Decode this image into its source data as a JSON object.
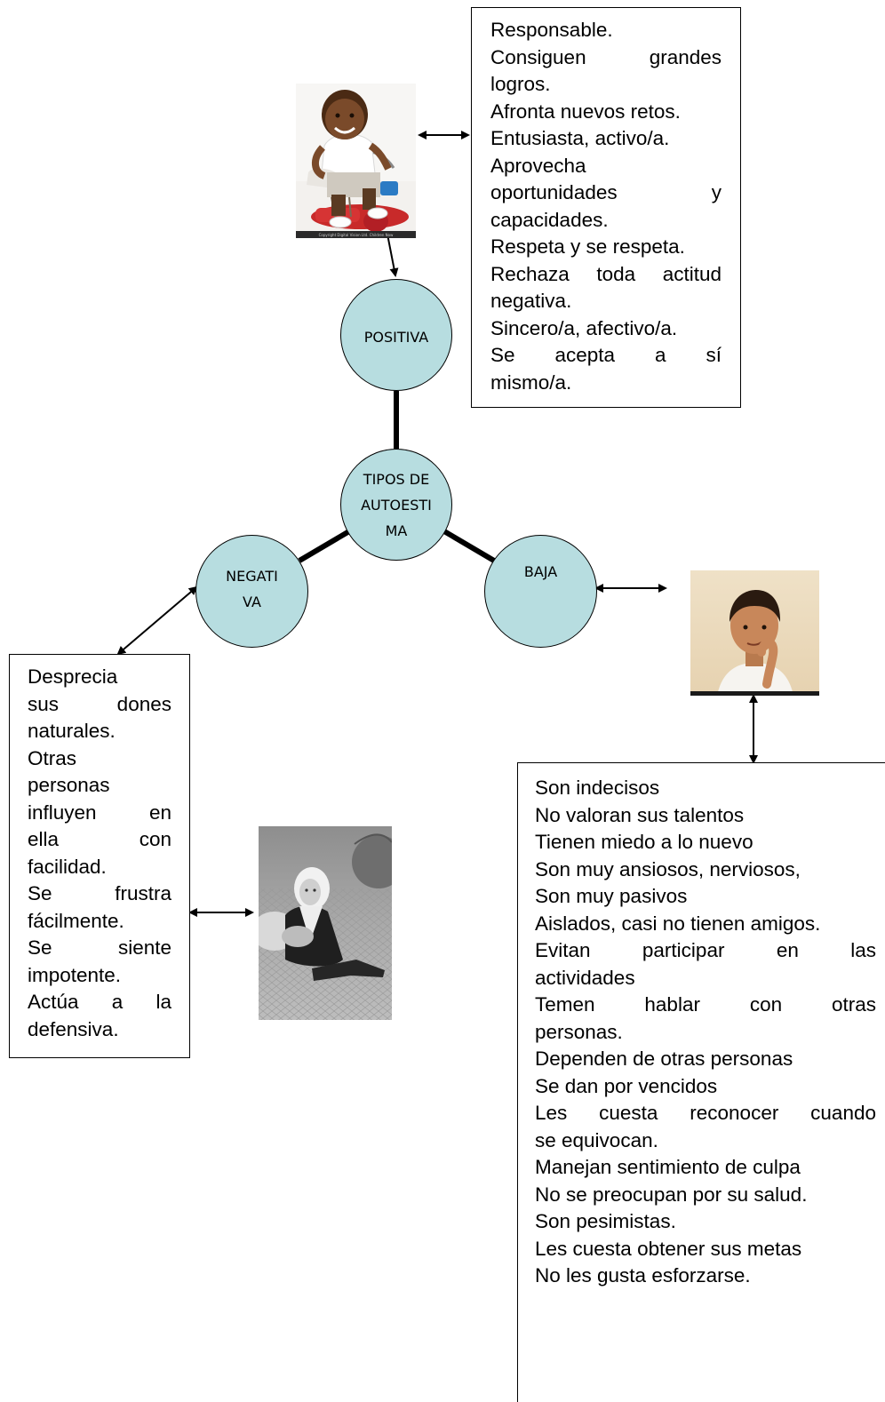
{
  "center_node": {
    "label": "TIPOS DE\nAUTOESTI\nMA"
  },
  "nodes": {
    "positiva": {
      "label": "POSITIVA"
    },
    "negativa": {
      "label": "NEGATI\nVA"
    },
    "baja": {
      "label": "BAJA"
    }
  },
  "boxes": {
    "positiva": {
      "lines": [
        {
          "t": "Responsable.",
          "j": false
        },
        {
          "t": "Consiguen grandes",
          "j": true
        },
        {
          "t": "logros.",
          "j": false
        },
        {
          "t": "Afronta nuevos retos.",
          "j": false
        },
        {
          "t": "Entusiasta, activo/a.",
          "j": false
        },
        {
          "t": "Aprovecha",
          "j": false
        },
        {
          "t": "oportunidades y",
          "j": true
        },
        {
          "t": "capacidades.",
          "j": false
        },
        {
          "t": "Respeta y se respeta.",
          "j": false
        },
        {
          "t": "Rechaza toda actitud",
          "j": true
        },
        {
          "t": "negativa.",
          "j": false
        },
        {
          "t": "Sincero/a, afectivo/a.",
          "j": false
        },
        {
          "t": "Se acepta a sí",
          "j": true
        },
        {
          "t": "mismo/a.",
          "j": false
        }
      ]
    },
    "negativa": {
      "lines": [
        {
          "t": "Desprecia",
          "j": false
        },
        {
          "t": "sus dones",
          "j": true
        },
        {
          "t": "naturales.",
          "j": false
        },
        {
          "t": "Otras",
          "j": false
        },
        {
          "t": "personas",
          "j": false
        },
        {
          "t": "influyen en",
          "j": true
        },
        {
          "t": "ella con",
          "j": true
        },
        {
          "t": "facilidad.",
          "j": false
        },
        {
          "t": "Se frustra",
          "j": true
        },
        {
          "t": "fácilmente.",
          "j": false
        },
        {
          "t": "Se siente",
          "j": true
        },
        {
          "t": "impotente.",
          "j": false
        },
        {
          "t": "Actúa a la",
          "j": true
        },
        {
          "t": "defensiva.",
          "j": false
        }
      ]
    },
    "baja": {
      "lines": [
        {
          "t": "Son indecisos",
          "j": false
        },
        {
          "t": "No valoran sus talentos",
          "j": false
        },
        {
          "t": "Tienen miedo a lo nuevo",
          "j": false
        },
        {
          "t": "Son muy ansiosos, nerviosos,",
          "j": false
        },
        {
          "t": "Son muy pasivos",
          "j": false
        },
        {
          "t": "Aislados, casi no tienen amigos.",
          "j": false
        },
        {
          "t": "Evitan participar en las",
          "j": true
        },
        {
          "t": "actividades",
          "j": false
        },
        {
          "t": "Temen hablar con otras",
          "j": true
        },
        {
          "t": "personas.",
          "j": false
        },
        {
          "t": "Dependen de otras personas",
          "j": false
        },
        {
          "t": "Se dan por vencidos",
          "j": false
        },
        {
          "t": "Les cuesta reconocer cuando",
          "j": true
        },
        {
          "t": "se equivocan.",
          "j": false
        },
        {
          "t": "Manejan sentimiento de culpa",
          "j": false
        },
        {
          "t": "No se preocupan por su salud.",
          "j": false
        },
        {
          "t": "Son pesimistas.",
          "j": false
        },
        {
          "t": "Les cuesta obtener sus metas",
          "j": false
        },
        {
          "t": "No les gusta esforzarse.",
          "j": false
        }
      ]
    }
  },
  "photos": {
    "positiva": {
      "caption": "Copyright Digital Vision Ltd. Children Now"
    }
  },
  "colors": {
    "node_fill": "#b7dde0",
    "stroke": "#000000"
  }
}
